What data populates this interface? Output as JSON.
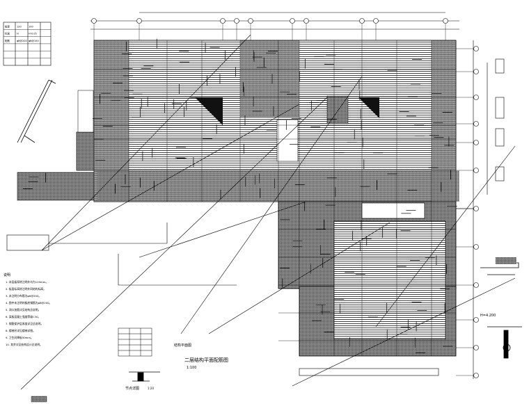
{
  "drawing": {
    "title": "二层结构平面配筋图",
    "title_scale": "1:100",
    "upper_title": "结构平面图",
    "detail_title": "节点详图",
    "detail_scale": "1:20",
    "notes_heading": "说明",
    "notes": [
      "1. 本层板厚除注明外均为120mm。",
      "2. 板面标高除注明外同结构标高。",
      "3. 未注明分布筋为φ6@200。",
      "4. 图中未注明的板底钢筋为φ8@200。",
      "5. 洞口加筋详见结构总说明。",
      "6. 梁板混凝土强度等级C30。",
      "7. 钢筋保护层厚度详见总说明。",
      "8. 楼梯另详见楼梯详图。",
      "9. 卫生间降板50mm。",
      "10. 其余详见结构设计总说明。"
    ],
    "legend_rows": [
      [
        "板厚",
        "120",
        "100"
      ],
      [
        "标高",
        "H",
        "H-0.05"
      ],
      [
        "配筋",
        "φ8@200",
        "φ8@150"
      ],
      [
        "",
        "",
        ""
      ],
      [
        "",
        "",
        ""
      ]
    ],
    "elevation_label": "H=4.200",
    "colors": {
      "ink": "#000000",
      "hatch": "#555555",
      "paper": "#ffffff"
    }
  }
}
